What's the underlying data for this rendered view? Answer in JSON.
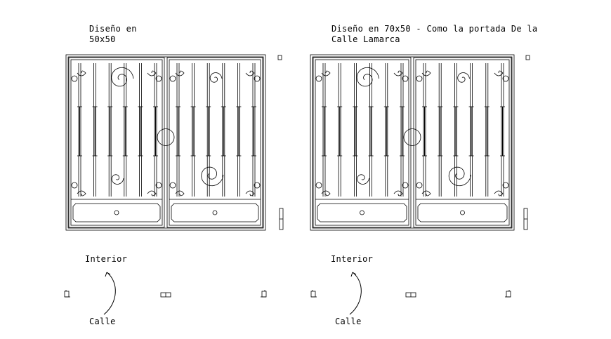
{
  "left_design": {
    "title_line1": "Diseño en",
    "title_line2": "50x50"
  },
  "right_design": {
    "title_line1": "Diseño en 70x50 - Como la portada De la",
    "title_line2": "Calle Lamarca"
  },
  "plan_left": {
    "top_label": "Interior",
    "bottom_label": "Calle"
  },
  "plan_right": {
    "top_label": "Interior",
    "bottom_label": "Calle"
  },
  "colors": {
    "line": "#000000",
    "background": "#ffffff"
  }
}
